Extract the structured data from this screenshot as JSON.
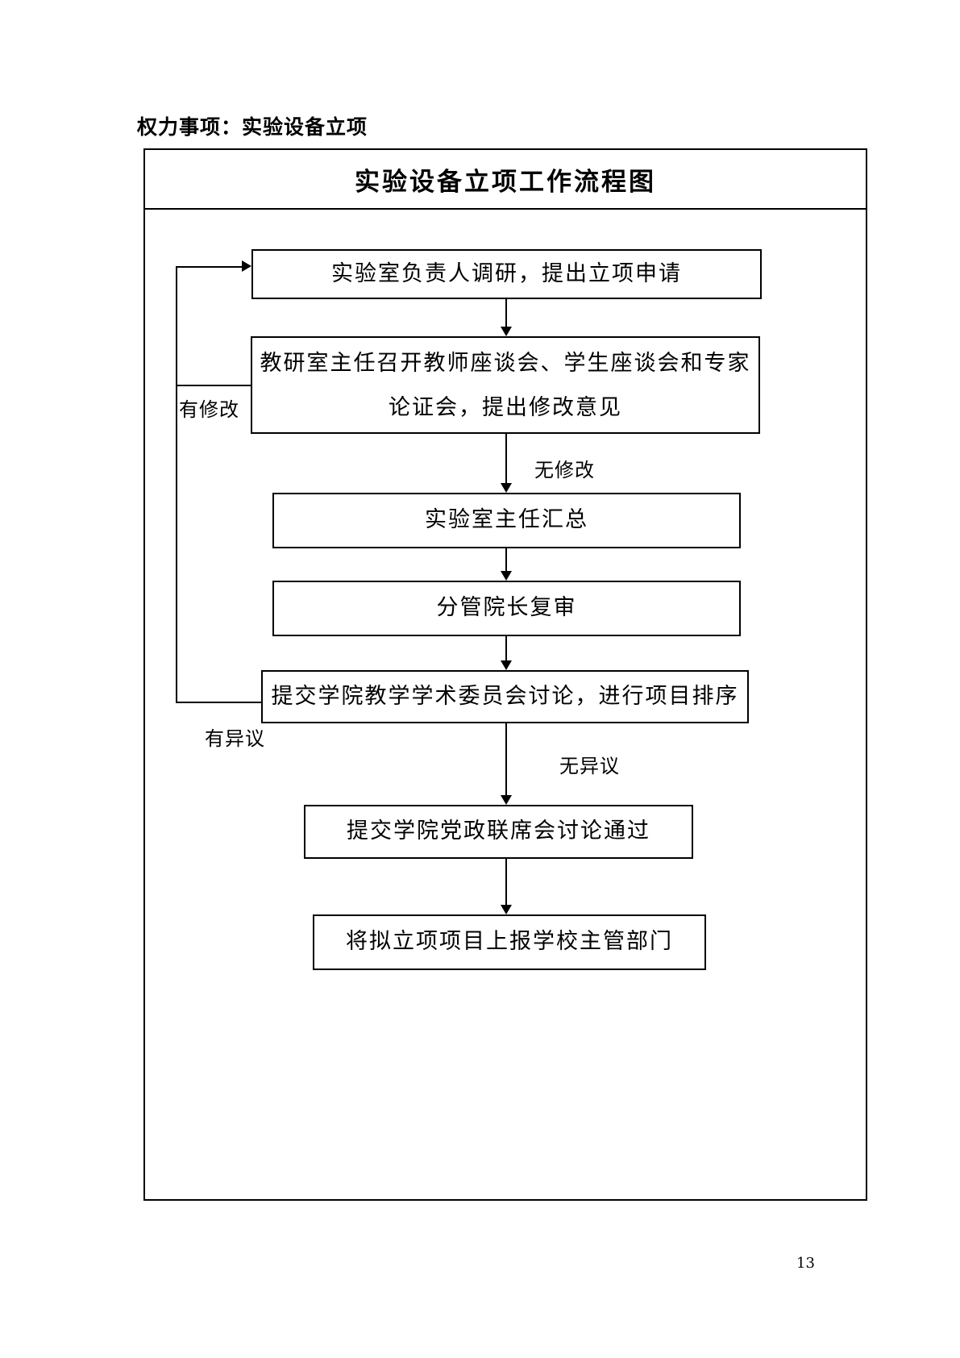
{
  "page": {
    "heading": "权力事项：实验设备立项",
    "page_number": "13"
  },
  "flowchart": {
    "title": "实验设备立项工作流程图",
    "steps": [
      {
        "label": "实验室负责人调研，提出立项申请"
      },
      {
        "lines": [
          "教研室主任召开教师座谈会、学生座谈会和专家",
          "论证会，提出修改意见"
        ]
      },
      {
        "label": "实验室主任汇总"
      },
      {
        "label": "分管院长复审"
      },
      {
        "label": "提交学院教学学术委员会讨论，进行项目排序"
      },
      {
        "label": "提交学院党政联席会讨论通过"
      },
      {
        "label": "将拟立项项目上报学校主管部门"
      }
    ],
    "connections": [
      {
        "from": 1,
        "to": 2,
        "label": ""
      },
      {
        "from": 2,
        "to": 3,
        "label": "无修改"
      },
      {
        "from": 3,
        "to": 4,
        "label": ""
      },
      {
        "from": 4,
        "to": 5,
        "label": ""
      },
      {
        "from": 5,
        "to": 6,
        "label": "无异议"
      },
      {
        "from": 6,
        "to": 7,
        "label": ""
      },
      {
        "from": 2,
        "to": 1,
        "label": "有修改",
        "type": "feedback"
      },
      {
        "from": 5,
        "to": 1,
        "label": "有异议",
        "type": "feedback"
      }
    ],
    "colors": {
      "line": "#000000",
      "text": "#000000",
      "background": "#ffffff"
    }
  }
}
